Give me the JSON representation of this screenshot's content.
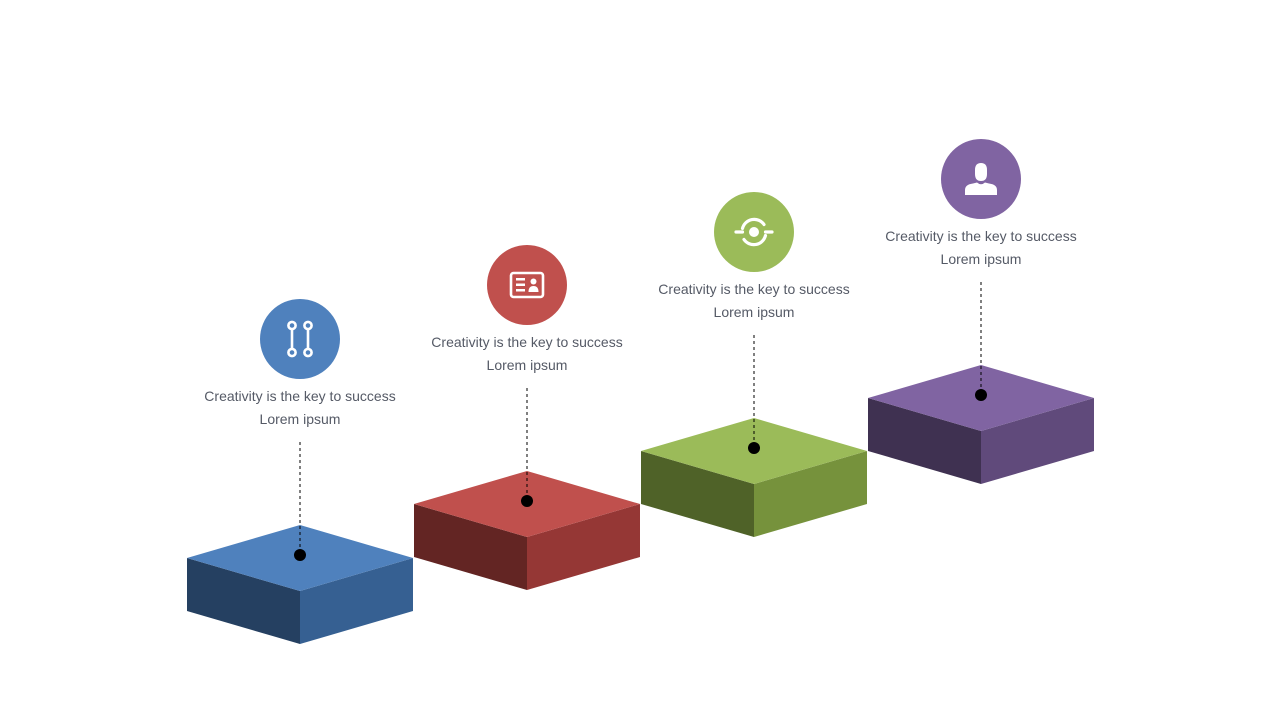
{
  "steps": [
    {
      "line1": "Creativity is the key to success",
      "line2": "Lorem ipsum",
      "icon": "connector-icon",
      "colors": {
        "top": "#4f81bd",
        "left": "#254061",
        "right": "#366092",
        "circle": "#4f81bd"
      }
    },
    {
      "line1": "Creativity is the key to success",
      "line2": "Lorem ipsum",
      "icon": "id-card-icon",
      "colors": {
        "top": "#c0504d",
        "left": "#632523",
        "right": "#953735",
        "circle": "#c0504d"
      }
    },
    {
      "line1": "Creativity is the key to success",
      "line2": "Lorem ipsum",
      "icon": "sync-icon",
      "colors": {
        "top": "#9bbb59",
        "left": "#4f6228",
        "right": "#76923c",
        "circle": "#9bbb59"
      }
    },
    {
      "line1": "Creativity is the key to success",
      "line2": "Lorem ipsum",
      "icon": "user-icon",
      "colors": {
        "top": "#8064a2",
        "left": "#3f3151",
        "right": "#604a7b",
        "circle": "#8064a2"
      }
    }
  ]
}
